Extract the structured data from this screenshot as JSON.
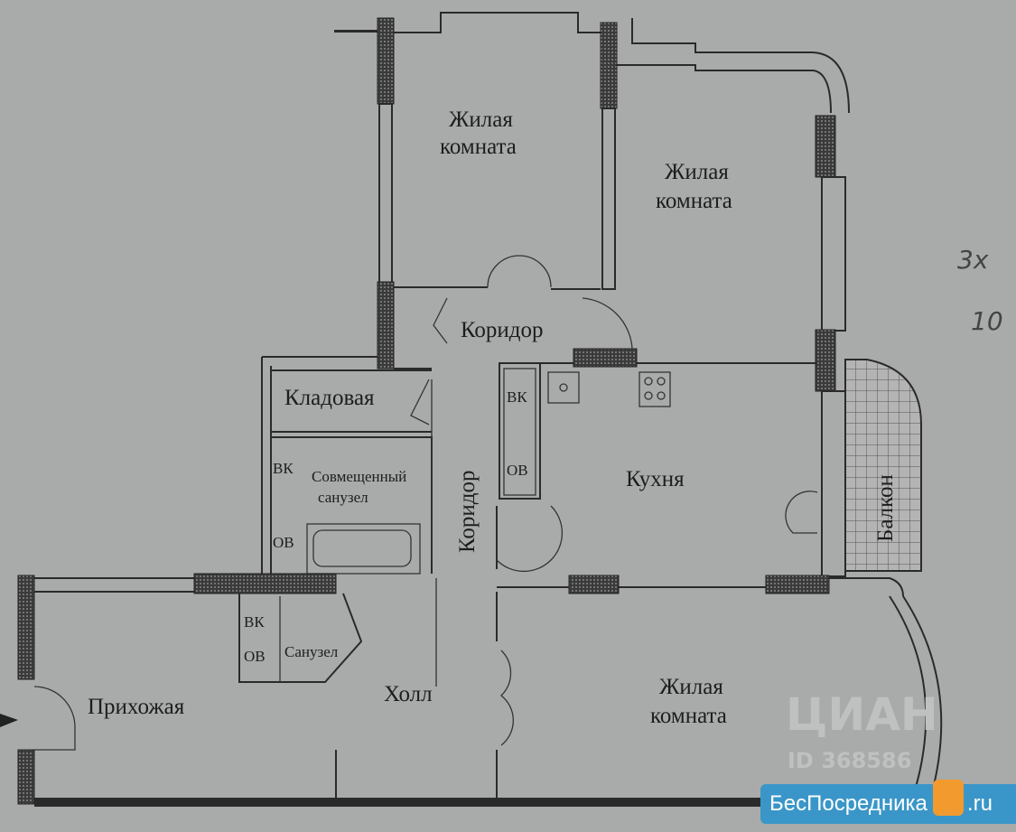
{
  "rooms": {
    "living_room_1": [
      "Жилая",
      "комната"
    ],
    "living_room_2": [
      "Жилая",
      "комната"
    ],
    "living_room_3": [
      "Жилая",
      "комната"
    ],
    "corridor_top": "Коридор",
    "corridor_vertical": "Коридор",
    "storage": "Кладовая",
    "combined_bathroom": [
      "Совмещенный",
      "санузел"
    ],
    "bathroom": "Санузел",
    "kitchen": "Кухня",
    "balcony": "Балкон",
    "entrance_hall": "Прихожая",
    "hall": "Холл"
  },
  "shafts": {
    "vk": "ВК",
    "ov": "ОВ"
  },
  "handwritten": [
    "3х",
    "10"
  ],
  "watermarks": {
    "cian": "ЦИАН",
    "cian_id": "ID 368586",
    "site": "БесПосредника",
    "site_tld": ".ru"
  },
  "colors": {
    "paper": "#a9abaa",
    "ink": "#2a2a2a",
    "badge": "#3a96c8"
  }
}
